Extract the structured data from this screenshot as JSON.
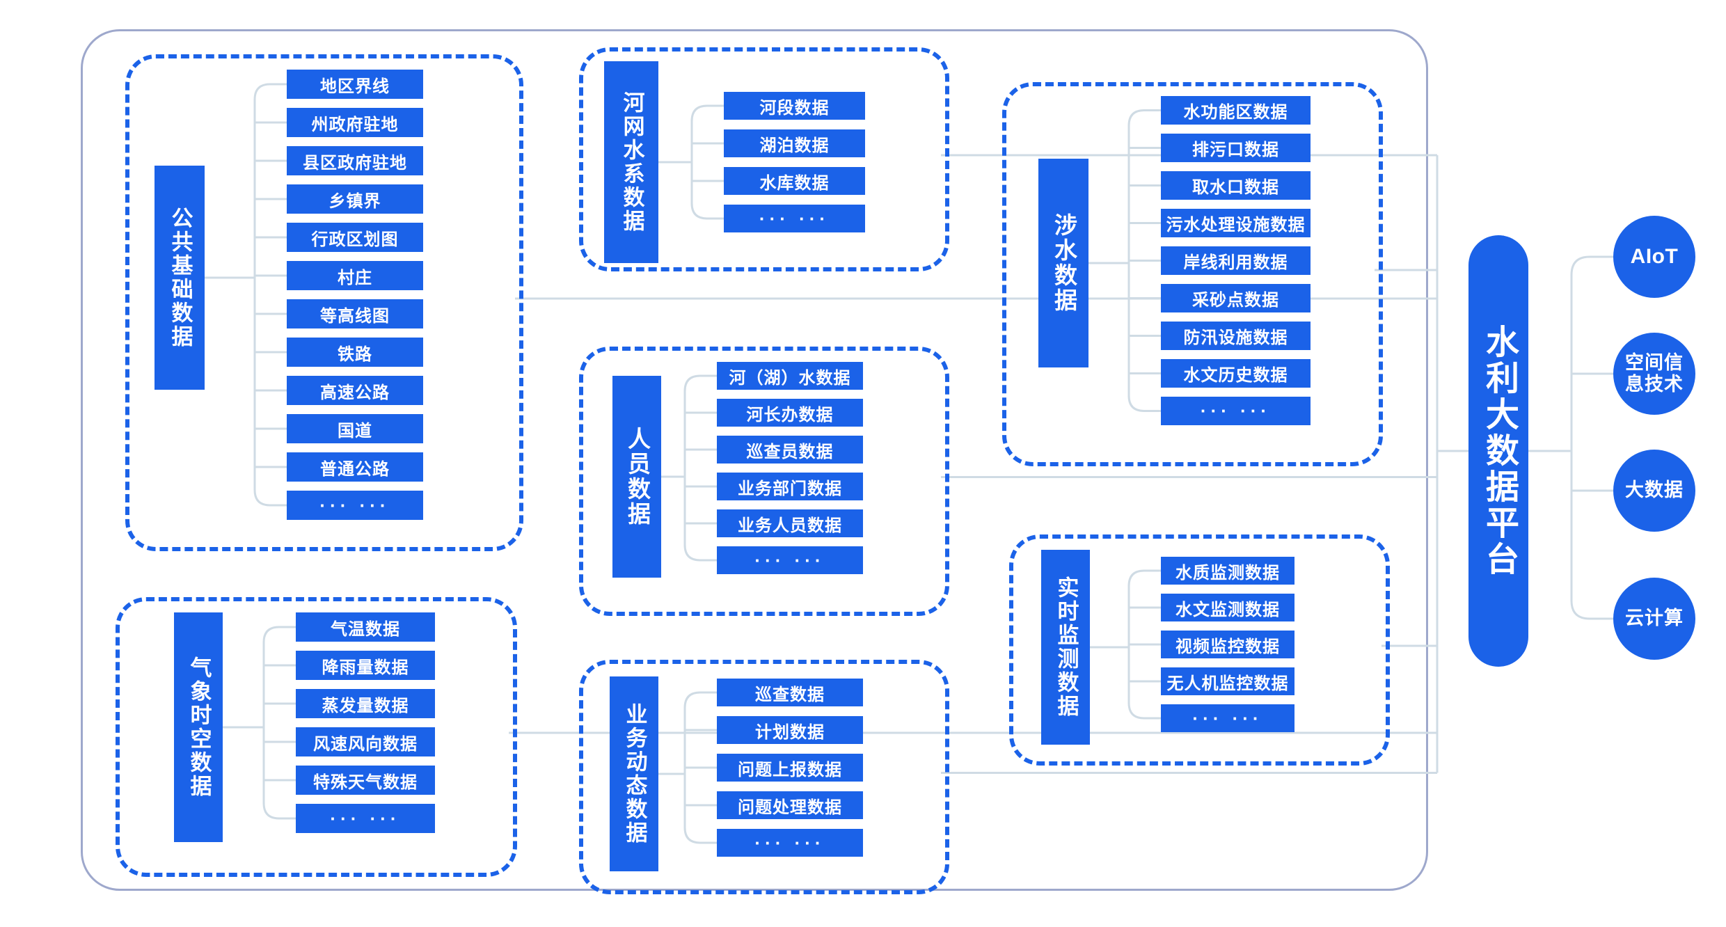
{
  "diagram": {
    "title": "水利大数据平台",
    "accent_color": "#1b62e8",
    "frame_color": "#9ea8cc",
    "wire_color": "#cfdbe4",
    "ellipsis": "··· ···"
  },
  "platform": {
    "label": "水利大数据平台"
  },
  "tech_circles": [
    {
      "label": "AIoT"
    },
    {
      "label": "空间信息技术"
    },
    {
      "label": "大数据"
    },
    {
      "label": "云计算"
    }
  ],
  "groups": [
    {
      "id": "public-basic-data",
      "label": "公共基础数据",
      "items": [
        "地区界线",
        "州政府驻地",
        "县区政府驻地",
        "乡镇界",
        "行政区划图",
        "村庄",
        "等高线图",
        "铁路",
        "高速公路",
        "国道",
        "普通公路",
        "··· ···"
      ]
    },
    {
      "id": "meteorological-spatiotemporal-data",
      "label": "气象时空数据",
      "items": [
        "气温数据",
        "降雨量数据",
        "蒸发量数据",
        "风速风向数据",
        "特殊天气数据",
        "··· ···"
      ]
    },
    {
      "id": "river-network-data",
      "label": "河网水系数据",
      "items": [
        "河段数据",
        "湖泊数据",
        "水库数据",
        "··· ···"
      ]
    },
    {
      "id": "personnel-data",
      "label": "人员数据",
      "items": [
        "河（湖）水数据",
        "河长办数据",
        "巡查员数据",
        "业务部门数据",
        "业务人员数据",
        "··· ···"
      ]
    },
    {
      "id": "business-dynamic-data",
      "label": "业务动态数据",
      "items": [
        "巡查数据",
        "计划数据",
        "问题上报数据",
        "问题处理数据",
        "··· ···"
      ]
    },
    {
      "id": "water-related-data",
      "label": "涉水数据",
      "items": [
        "水功能区数据",
        "排污口数据",
        "取水口数据",
        "污水处理设施数据",
        "岸线利用数据",
        "采砂点数据",
        "防汛设施数据",
        "水文历史数据",
        "··· ···"
      ]
    },
    {
      "id": "realtime-monitoring-data",
      "label": "实时监测数据",
      "items": [
        "水质监测数据",
        "水文监测数据",
        "视频监控数据",
        "无人机监控数据",
        "··· ···"
      ]
    }
  ]
}
